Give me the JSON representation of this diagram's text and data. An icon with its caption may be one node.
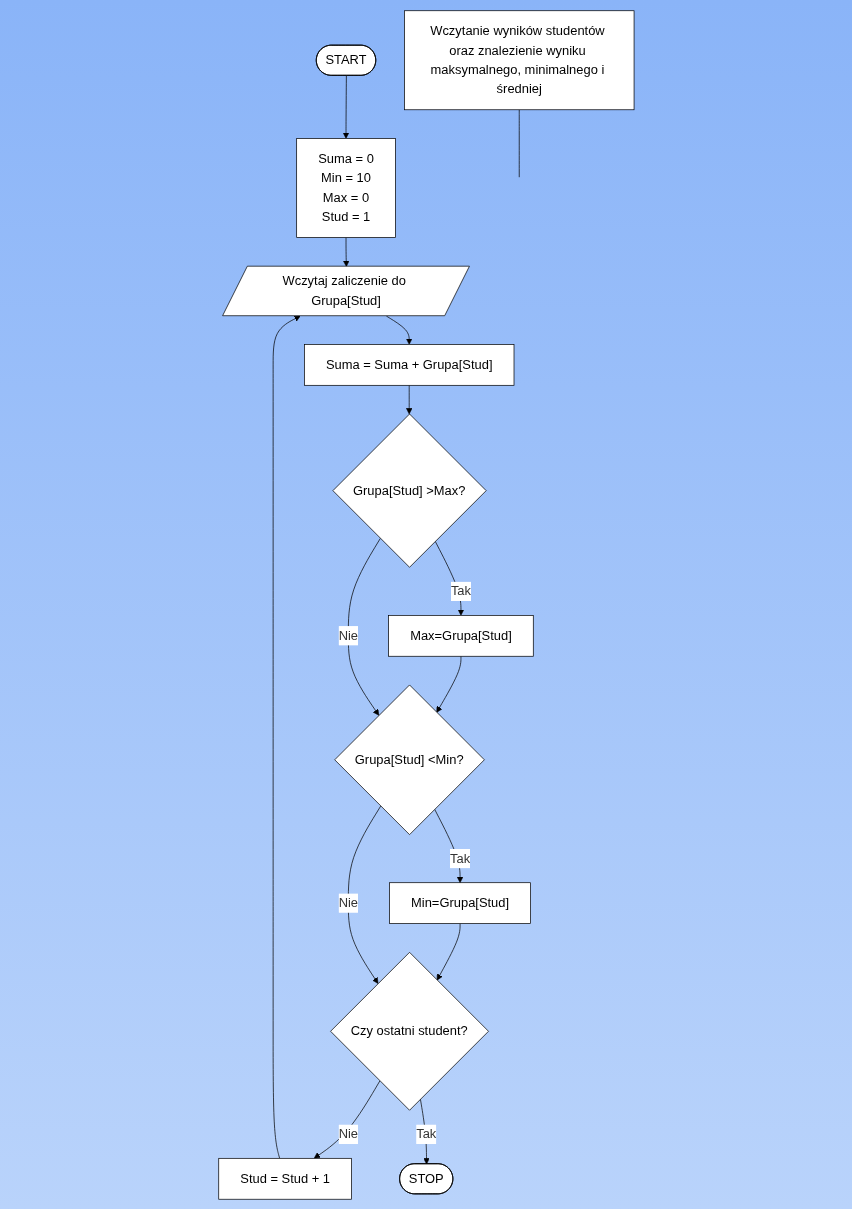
{
  "diagram": {
    "nodes": [
      {
        "text": [
          "START"
        ]
      },
      {
        "text": [
          "Wczytanie wyników studentów oraz znalezienie wyniku maksymalnego, minimalnego i średniej"
        ]
      },
      {
        "text": [
          "Suma = 0",
          "Min = 10",
          "Max = 0",
          "Stud = 1"
        ]
      },
      {
        "text": [
          "Wczytaj zaliczenie do Grupa[Stud]"
        ]
      },
      {
        "text": [
          "Suma = Suma + Grupa[Stud]"
        ]
      },
      {
        "text": [
          "Grupa[Stud] >Max?"
        ]
      },
      {
        "text": [
          "Max=Grupa[Stud]"
        ]
      },
      {
        "text": [
          "Grupa[Stud] <Min?"
        ]
      },
      {
        "text": [
          "Min=Grupa[Stud]"
        ]
      },
      {
        "text": [
          "Czy ostatni student?"
        ]
      },
      {
        "text": [
          "Stud = Stud + 1"
        ]
      },
      {
        "text": [
          "STOP"
        ]
      }
    ],
    "edges": [
      {
        "from": 0,
        "to": 2,
        "arrow": "to"
      },
      {
        "from": 1,
        "to": null,
        "arrow": "none"
      },
      {
        "from": 2,
        "to": 3,
        "arrow": "to"
      },
      {
        "from": 3,
        "to": 4,
        "arrow": "to"
      },
      {
        "from": 4,
        "to": 5,
        "arrow": "to"
      },
      {
        "from": 5,
        "to": 6,
        "label": "Tak",
        "arrow": "to"
      },
      {
        "from": 6,
        "to": 7,
        "arrow": "to"
      },
      {
        "from": 5,
        "to": 7,
        "label": "Nie",
        "arrow": "to"
      },
      {
        "from": 7,
        "to": 8,
        "label": "Tak",
        "arrow": "to"
      },
      {
        "from": 8,
        "to": 9,
        "arrow": "to"
      },
      {
        "from": 7,
        "to": 9,
        "label": "Nie",
        "arrow": "to"
      },
      {
        "from": 9,
        "to": 10,
        "label": "Nie",
        "arrow": "to"
      },
      {
        "from": 10,
        "to": 3,
        "arrow": "to"
      },
      {
        "from": 9,
        "to": 11,
        "label": "Tak",
        "arrow": "to"
      }
    ]
  }
}
